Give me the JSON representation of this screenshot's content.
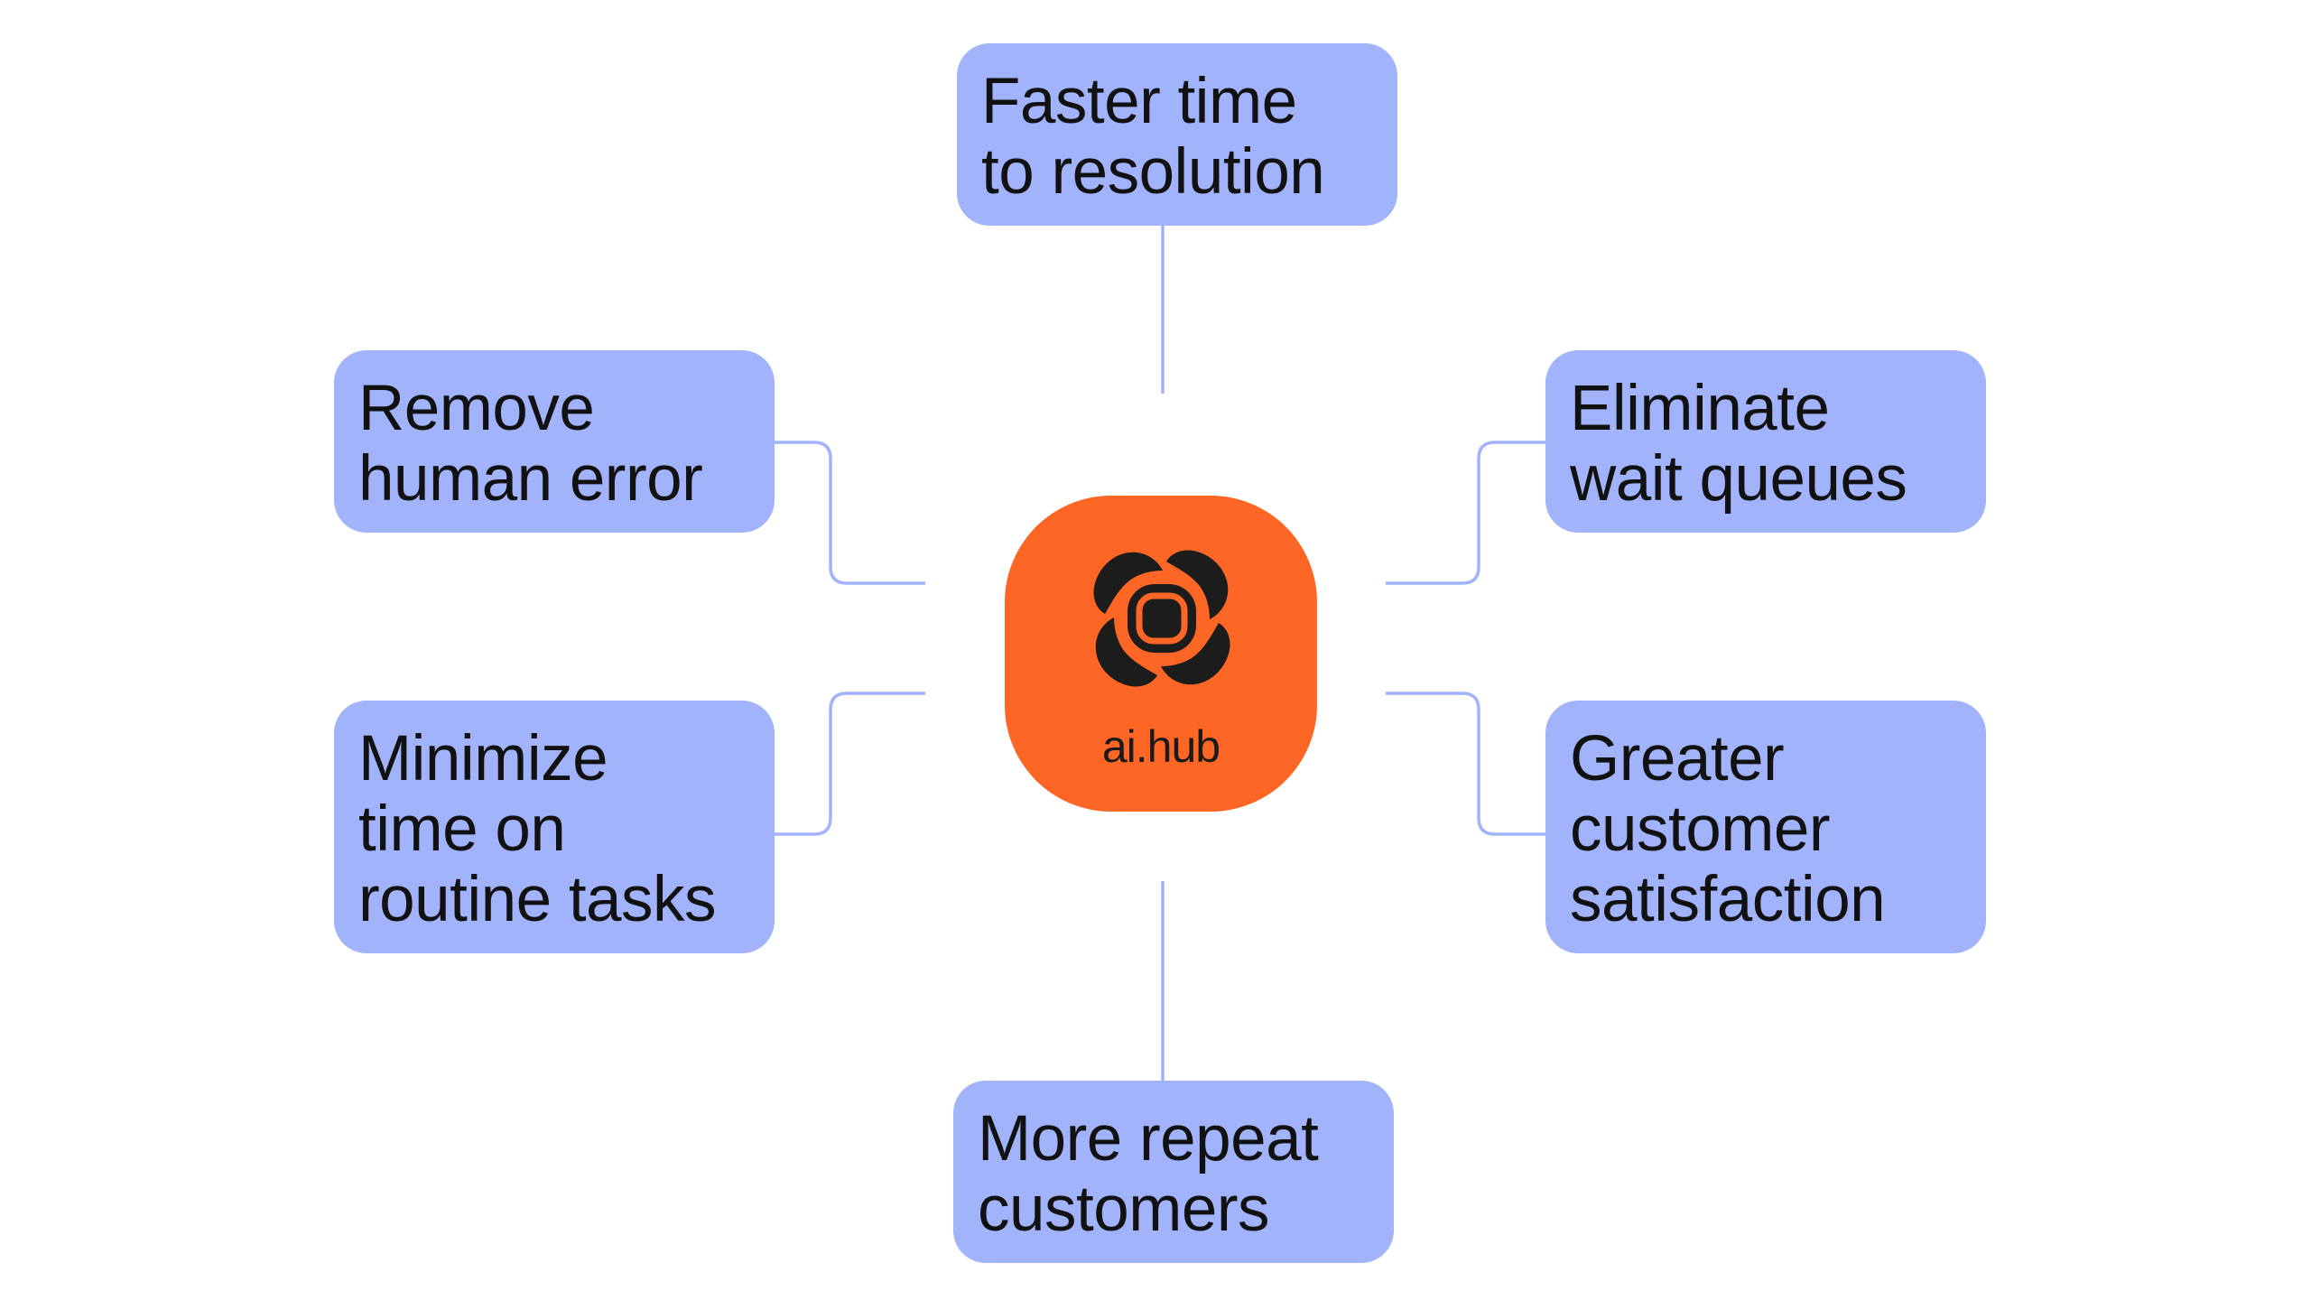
{
  "hub": {
    "label": "ai.hub",
    "logo_icon": "aperture-logo-icon",
    "color": "#fd6625"
  },
  "benefits": {
    "top": "Faster time\nto resolution",
    "left_upper": "Remove\nhuman error",
    "right_upper": "Eliminate\nwait queues",
    "left_lower": "Minimize\ntime on\nroutine tasks",
    "right_lower": "Greater\ncustomer\nsatisfaction",
    "bottom": "More repeat\ncustomers"
  },
  "colors": {
    "box": "#a1b3fb",
    "connector": "#a1b3fb",
    "text": "#111111",
    "background": "#ffffff"
  }
}
